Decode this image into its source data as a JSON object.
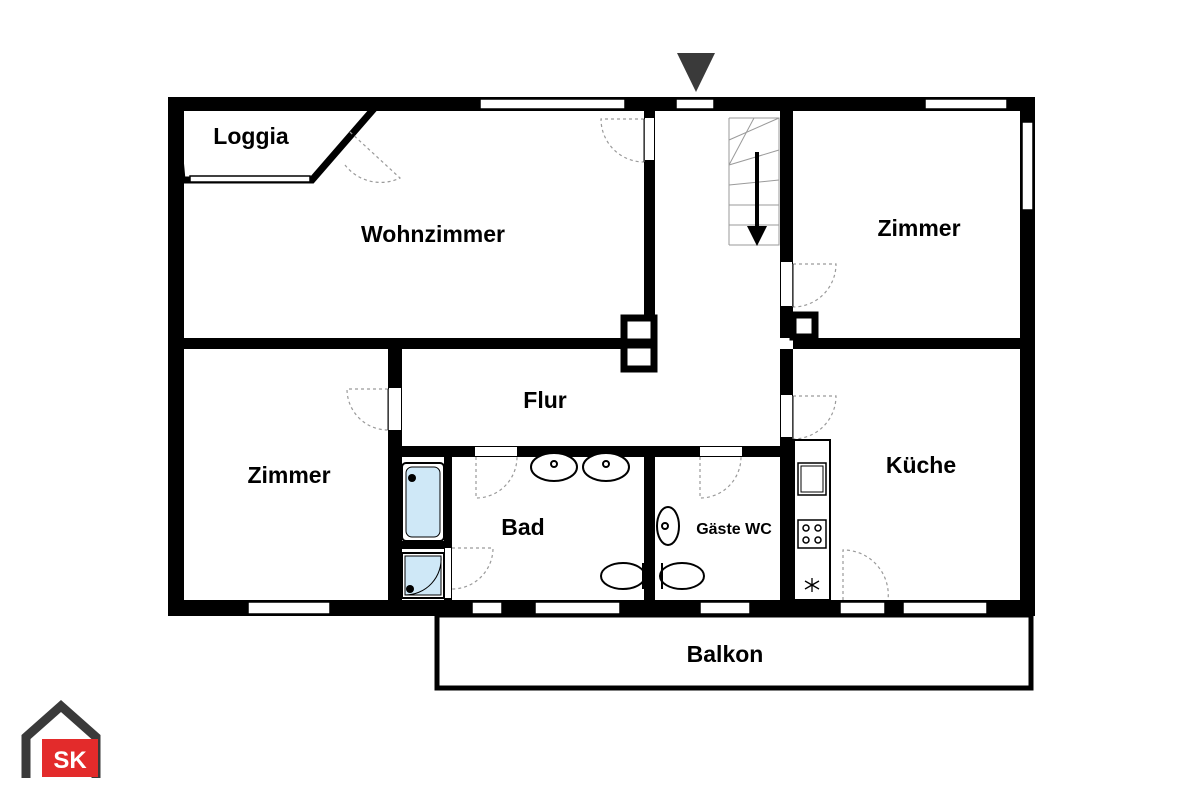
{
  "rooms": {
    "loggia": "Loggia",
    "wohnzimmer": "Wohnzimmer",
    "zimmer_ne": "Zimmer",
    "flur": "Flur",
    "zimmer_sw": "Zimmer",
    "kueche": "Küche",
    "bad": "Bad",
    "gaeste_wc": "Gäste WC",
    "balkon": "Balkon"
  },
  "logo": {
    "text": "SK",
    "color": "#e32b2b"
  },
  "colors": {
    "wall": "#000000",
    "sanitary": "#cfe8f7",
    "window": "#bfbfbf",
    "arrow": "#3a3a3a"
  },
  "icons": [
    "entrance-arrow-icon",
    "stair-direction-arrow-icon",
    "bathtub-icon",
    "shower-icon",
    "washbasin-icon",
    "toilet-icon",
    "sink-icon",
    "stove-icon",
    "fridge-icon",
    "house-logo-icon"
  ]
}
